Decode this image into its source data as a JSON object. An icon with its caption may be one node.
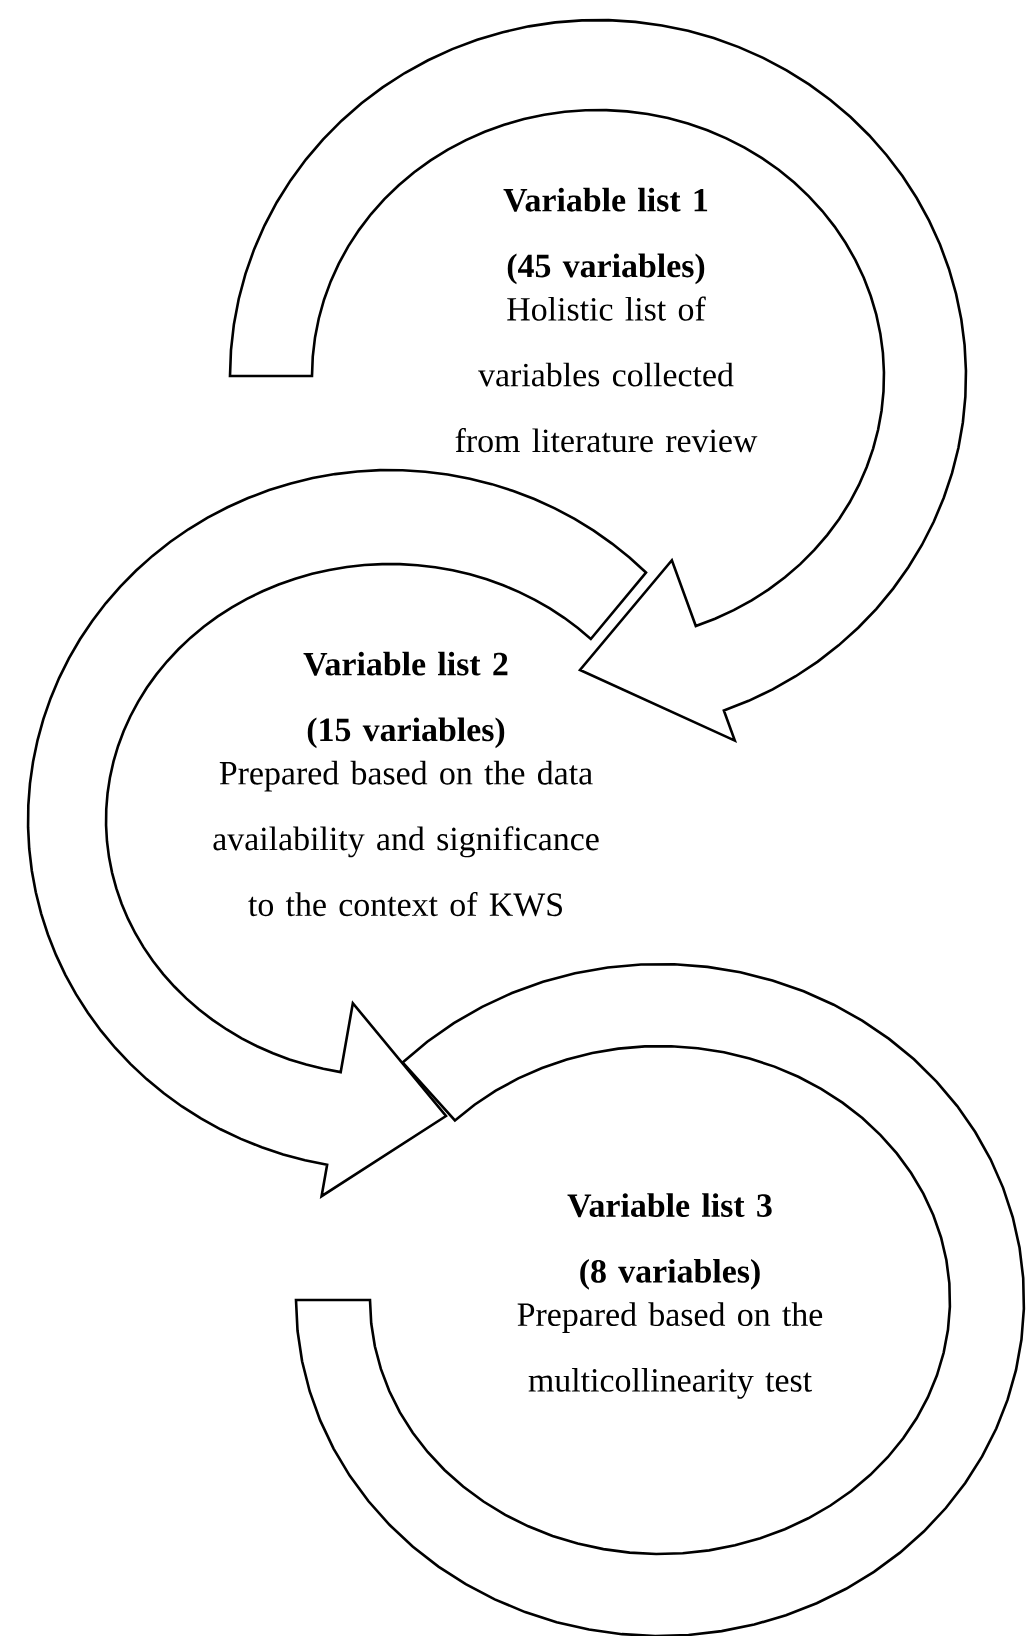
{
  "diagram": {
    "nodes": [
      {
        "text": [
          "Variable list 1 (45 variables)",
          "Holistic list of variables collected from literature review"
        ]
      },
      {
        "text": [
          "Variable list 2 (15 variables)",
          "Prepared based on the data availability and significance to the context of KWS"
        ]
      },
      {
        "text": [
          "Variable list 3 (8 variables)",
          "Prepared based on the multicollinearity test"
        ]
      }
    ],
    "edges": [
      {
        "from": 0,
        "to": 1,
        "arrow": "to"
      },
      {
        "from": 1,
        "to": 2,
        "arrow": "to"
      }
    ]
  }
}
